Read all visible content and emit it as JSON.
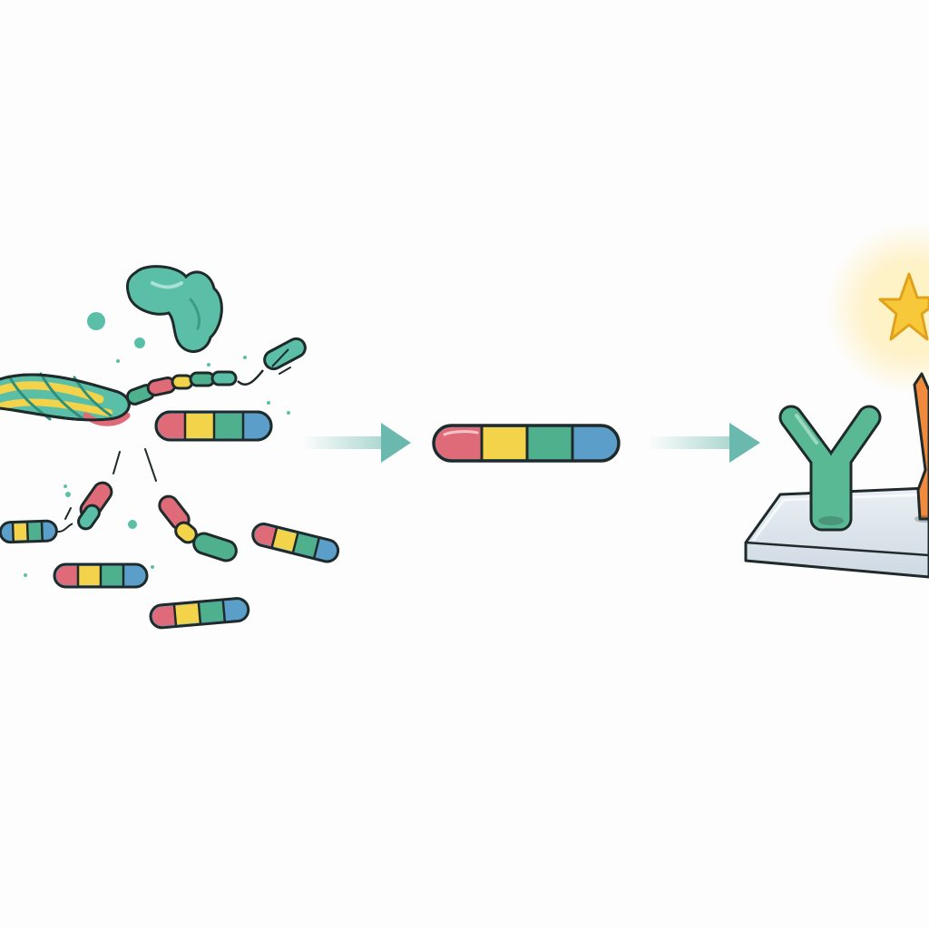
{
  "colors": {
    "background": "#fdfdfd",
    "outline": "#1f2a2a",
    "segment_red": "#e06b78",
    "segment_yellow": "#f2d34a",
    "segment_green": "#4fb08e",
    "segment_blue": "#5b9ec9",
    "teal": "#5bbfa8",
    "arrow": "#6bb9ae",
    "antibody_green": "#5ab995",
    "antibody_orange": "#f08a3c",
    "platform": "#dfe7ee",
    "star": "#f7c93a"
  },
  "icons": {
    "enzyme": "enzyme-icon",
    "dna_strand": "dna-strand-icon",
    "peptide": "peptide-chain-icon",
    "arrow": "arrow-right-icon",
    "antibody": "antibody-icon",
    "signal": "star-signal-icon"
  },
  "stages": [
    "digestion",
    "purified-peptide",
    "antibody-detection"
  ],
  "peptide_segments": [
    "red",
    "yellow",
    "green",
    "blue"
  ]
}
